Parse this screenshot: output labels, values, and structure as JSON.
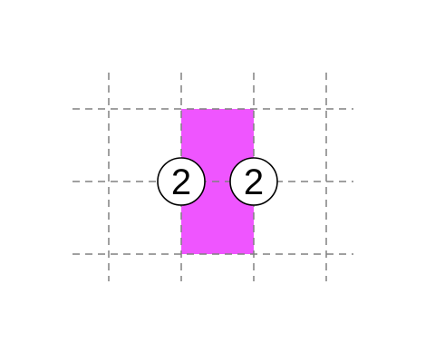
{
  "puzzle": {
    "grid": {
      "rows": 2,
      "cols": 3
    },
    "shaded_cells": [
      {
        "row": 0,
        "col": 1
      },
      {
        "row": 1,
        "col": 1
      }
    ],
    "clues": [
      {
        "row": 1,
        "col": 1,
        "value": "2"
      },
      {
        "row": 1,
        "col": 2,
        "value": "2"
      }
    ]
  },
  "colors": {
    "shade": "#ef55ff",
    "grid_line": "#808080",
    "circle_stroke": "#000000",
    "circle_fill": "#ffffff"
  }
}
